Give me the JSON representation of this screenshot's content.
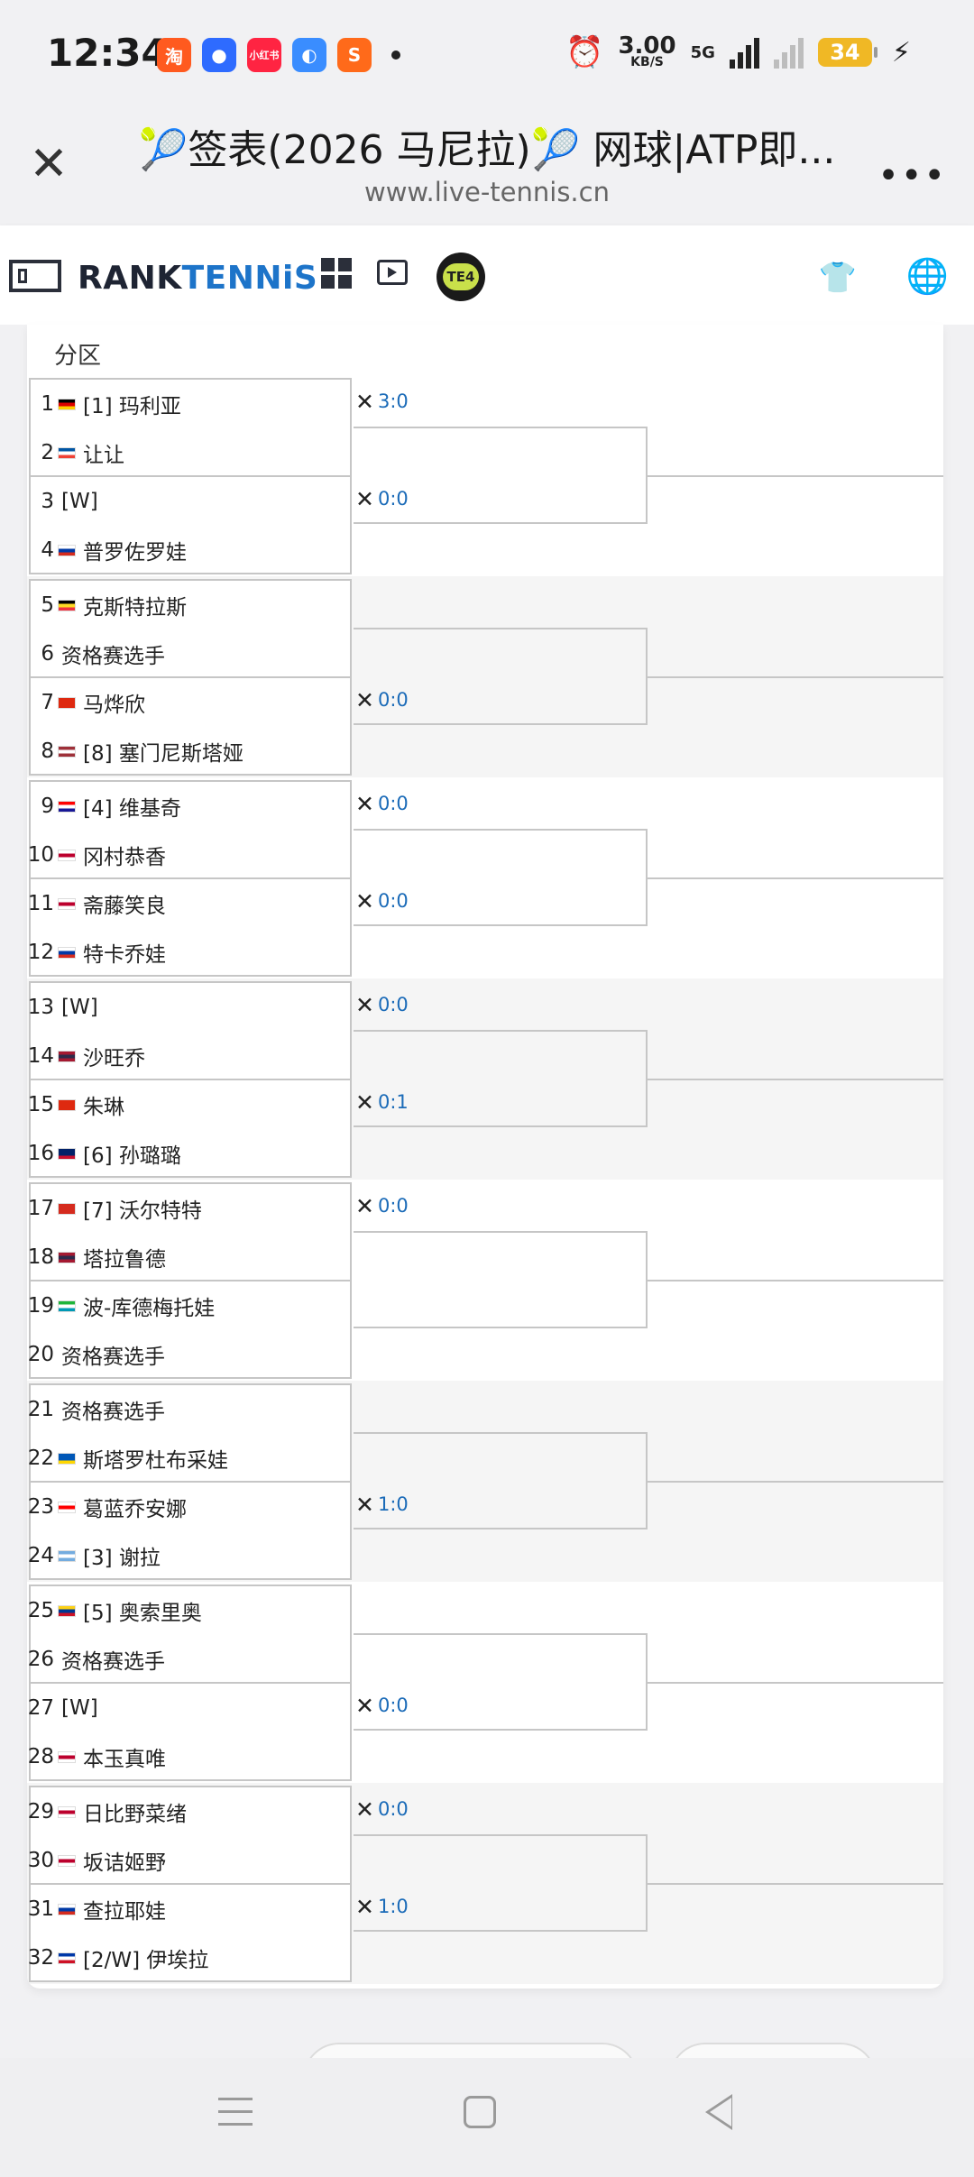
{
  "status_bar": {
    "time": "12:34",
    "apps": [
      {
        "icon": "taobao-app-icon",
        "text": "淘",
        "color": "#ff5a1f"
      },
      {
        "icon": "baidu-app-icon",
        "text": "●",
        "color": "#2e6bff"
      },
      {
        "icon": "xiaohongshu-app-icon",
        "text": "小红书",
        "color": "#ff2442"
      },
      {
        "icon": "browser-app-icon",
        "text": "◐",
        "color": "#3a8dff"
      },
      {
        "icon": "sohu-app-icon",
        "text": "S",
        "color": "#ff6a1a"
      }
    ],
    "net_speed": "3.00",
    "net_unit": "KB/S",
    "network": "5G",
    "battery": "34"
  },
  "title_bar": {
    "title": "🎾签表(2026 马尼拉)🎾 网球|ATP即...",
    "url": "www.live-tennis.cn"
  },
  "site_header": {
    "logo_main": "RANK",
    "logo_accent": "TENNiS",
    "badge": "TE4"
  },
  "draw": {
    "section_label": "分区",
    "players": [
      {
        "num": "1",
        "flag": "de",
        "name": "[1] 玛利亚"
      },
      {
        "num": "2",
        "flag": "fr",
        "name": "让让"
      },
      {
        "num": "3",
        "flag": "",
        "name": "[W]"
      },
      {
        "num": "4",
        "flag": "ru",
        "name": "普罗佐罗娃"
      },
      {
        "num": "5",
        "flag": "be",
        "name": "克斯特拉斯"
      },
      {
        "num": "6",
        "flag": "",
        "name": "资格赛选手"
      },
      {
        "num": "7",
        "flag": "cn",
        "name": "马烨欣"
      },
      {
        "num": "8",
        "flag": "lv",
        "name": "[8] 塞门尼斯塔娅"
      },
      {
        "num": "9",
        "flag": "hr",
        "name": "[4] 维基奇"
      },
      {
        "num": "10",
        "flag": "jp",
        "name": "冈村恭香"
      },
      {
        "num": "11",
        "flag": "jp",
        "name": "斋藤笑良"
      },
      {
        "num": "12",
        "flag": "ru",
        "name": "特卡乔娃"
      },
      {
        "num": "13",
        "flag": "",
        "name": "[W]"
      },
      {
        "num": "14",
        "flag": "th",
        "name": "沙旺乔"
      },
      {
        "num": "15",
        "flag": "cn",
        "name": "朱琳"
      },
      {
        "num": "16",
        "flag": "nz",
        "name": "[6] 孙璐璐"
      },
      {
        "num": "17",
        "flag": "ch",
        "name": "[7] 沃尔特特"
      },
      {
        "num": "18",
        "flag": "th",
        "name": "塔拉鲁德"
      },
      {
        "num": "19",
        "flag": "uz",
        "name": "波-库德梅托娃"
      },
      {
        "num": "20",
        "flag": "",
        "name": "资格赛选手"
      },
      {
        "num": "21",
        "flag": "",
        "name": "资格赛选手"
      },
      {
        "num": "22",
        "flag": "ua",
        "name": "斯塔罗杜布采娃"
      },
      {
        "num": "23",
        "flag": "ge",
        "name": "葛蓝乔安娜"
      },
      {
        "num": "24",
        "flag": "ar",
        "name": "[3] 谢拉"
      },
      {
        "num": "25",
        "flag": "co",
        "name": "[5] 奥索里奥"
      },
      {
        "num": "26",
        "flag": "",
        "name": "资格赛选手"
      },
      {
        "num": "27",
        "flag": "",
        "name": "[W]"
      },
      {
        "num": "28",
        "flag": "jp",
        "name": "本玉真唯"
      },
      {
        "num": "29",
        "flag": "jp",
        "name": "日比野菜绪"
      },
      {
        "num": "30",
        "flag": "jp",
        "name": "坂诘姬野"
      },
      {
        "num": "31",
        "flag": "ru",
        "name": "查拉耶娃"
      },
      {
        "num": "32",
        "flag": "ph",
        "name": "[2/W] 伊埃拉"
      }
    ],
    "matches": [
      {
        "score": "3:0"
      },
      {
        "score": "0:0"
      },
      {
        "score": ""
      },
      {
        "score": "0:0"
      },
      {
        "score": "0:0"
      },
      {
        "score": "0:0"
      },
      {
        "score": "0:0"
      },
      {
        "score": "0:1"
      },
      {
        "score": "0:0"
      },
      {
        "score": ""
      },
      {
        "score": ""
      },
      {
        "score": "1:0"
      },
      {
        "score": ""
      },
      {
        "score": "0:0"
      },
      {
        "score": "0:0"
      },
      {
        "score": "1:0"
      }
    ]
  },
  "flag_colors": {
    "de": [
      "#000000",
      "#dd0000",
      "#ffce00"
    ],
    "fr": [
      "#0055a4",
      "#ffffff",
      "#ef4135"
    ],
    "ru": [
      "#ffffff",
      "#0039a6",
      "#d52b1e"
    ],
    "be": [
      "#000000",
      "#fdda24",
      "#ef3340"
    ],
    "cn": [
      "#de2910",
      "#de2910",
      "#de2910"
    ],
    "lv": [
      "#9e3039",
      "#ffffff",
      "#9e3039"
    ],
    "hr": [
      "#ff0000",
      "#ffffff",
      "#171796"
    ],
    "jp": [
      "#ffffff",
      "#bc002d",
      "#ffffff"
    ],
    "th": [
      "#a51931",
      "#2d2a4a",
      "#a51931"
    ],
    "nz": [
      "#012169",
      "#012169",
      "#c8102e"
    ],
    "ch": [
      "#d52b1e",
      "#d52b1e",
      "#d52b1e"
    ],
    "uz": [
      "#1eb53a",
      "#ffffff",
      "#0099b5"
    ],
    "ua": [
      "#0057b7",
      "#0057b7",
      "#ffd700"
    ],
    "ge": [
      "#ffffff",
      "#ff0000",
      "#ffffff"
    ],
    "ar": [
      "#74acdf",
      "#ffffff",
      "#74acdf"
    ],
    "co": [
      "#fcd116",
      "#003893",
      "#ce1126"
    ],
    "ph": [
      "#0038a8",
      "#ffffff",
      "#ce1126"
    ]
  }
}
